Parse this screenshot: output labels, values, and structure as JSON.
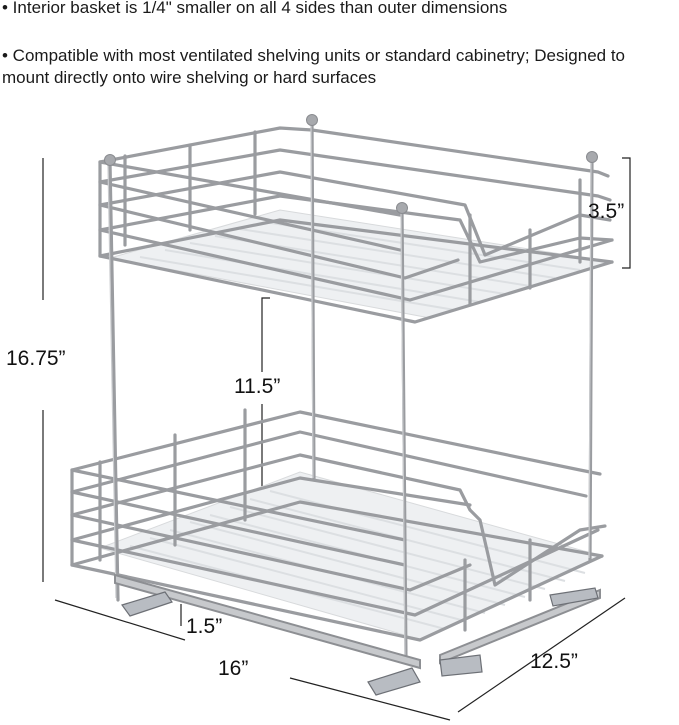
{
  "bullets": [
    "• Interior basket is 1/4\" smaller on all 4 sides than outer dimensions",
    "• Compatible with most ventilated shelving units or standard cabinetry; Designed to mount directly onto wire shelving or hard surfaces"
  ],
  "dimensions": {
    "height_total": "16.75”",
    "basket_depth": "3.5”",
    "shelf_gap": "11.5”",
    "rail_height": "1.5”",
    "width": "16”",
    "depth": "12.5”"
  },
  "colors": {
    "wire": "#9a9ca0",
    "wire_highlight": "#c9cbce",
    "liner": "#eef0f2",
    "dim_line": "#222222"
  }
}
